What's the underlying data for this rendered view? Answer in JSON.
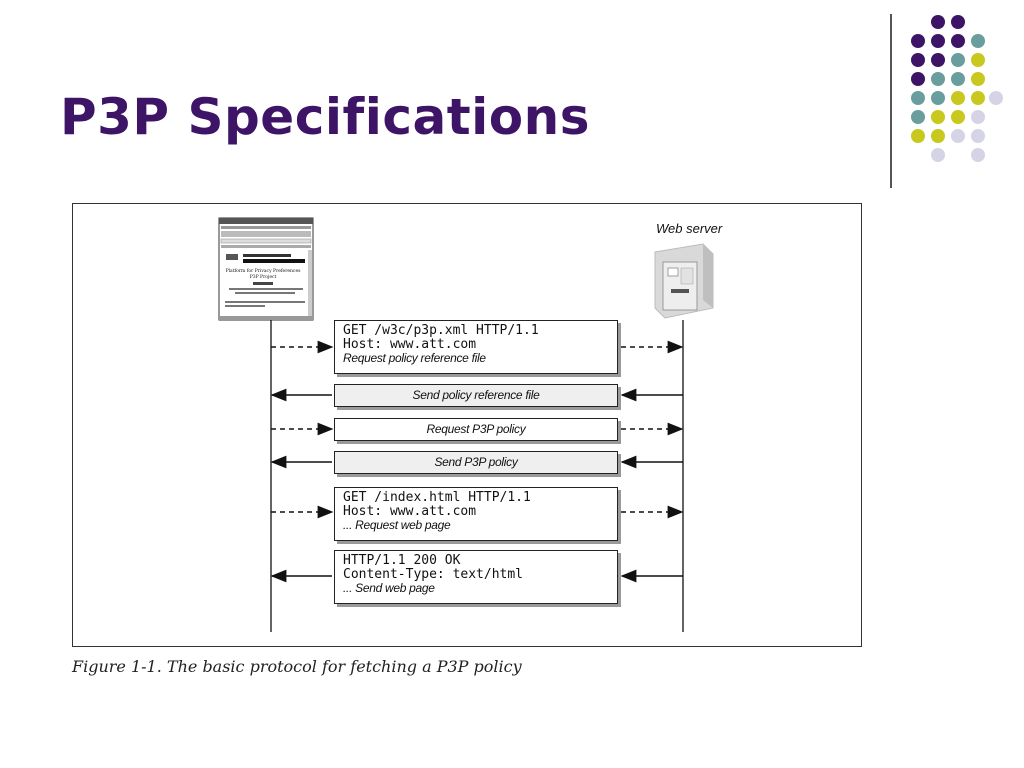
{
  "slide": {
    "title": "P3P Specifications",
    "caption": "Figure 1-1. The basic protocol for fetching a P3P policy",
    "dot_colors": {
      "purple": "#3d1466",
      "teal": "#6a9e9e",
      "yellow": "#c8c81e",
      "lavender": "#d4d4e6"
    }
  },
  "diagram": {
    "server_label": "Web server",
    "browser_page": {
      "heading": "Platform for Privacy Preferences",
      "subheading": "P3P Project"
    },
    "messages": [
      {
        "direction": "to-server",
        "style": "dashed",
        "line1": "GET /w3c/p3p.xml HTTP/1.1",
        "line2": "Host: www.att.com",
        "line3": "Request policy reference file"
      },
      {
        "direction": "to-client",
        "style": "solid",
        "label": "Send policy reference file"
      },
      {
        "direction": "to-server",
        "style": "dashed",
        "label": "Request P3P policy"
      },
      {
        "direction": "to-client",
        "style": "solid",
        "label": "Send P3P policy"
      },
      {
        "direction": "to-server",
        "style": "dashed",
        "line1": "GET /index.html HTTP/1.1",
        "line2": "Host: www.att.com",
        "line3": "... Request web page"
      },
      {
        "direction": "to-client",
        "style": "solid",
        "line1": "HTTP/1.1 200 OK",
        "line2": "Content-Type: text/html",
        "line3": "... Send web page"
      }
    ]
  }
}
